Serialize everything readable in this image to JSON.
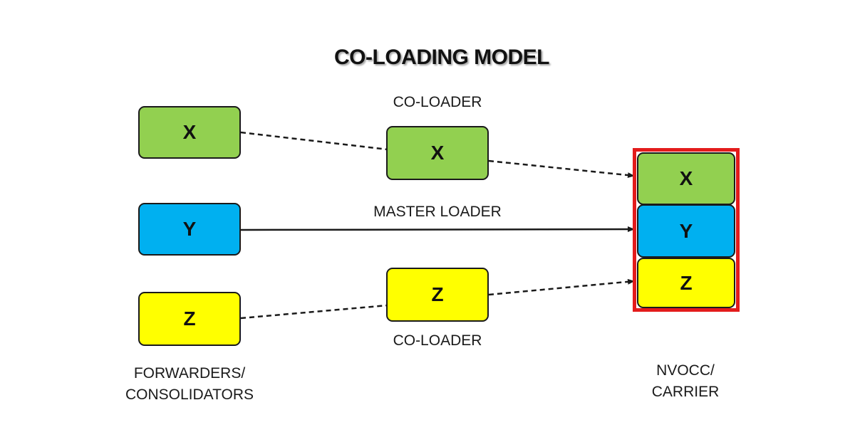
{
  "title": "CO-LOADING MODEL",
  "colors": {
    "green": "#92d050",
    "blue": "#00b0f0",
    "yellow": "#ffff00",
    "frame": "#e31b1b"
  },
  "forwarders": {
    "x": "X",
    "y": "Y",
    "z": "Z",
    "caption_line1": "FORWARDERS/",
    "caption_line2": "CONSOLIDATORS"
  },
  "coloaders": {
    "top_label": "CO-LOADER",
    "x": "X",
    "z": "Z",
    "bottom_label": "CO-LOADER"
  },
  "master_loader": {
    "label": "MASTER LOADER"
  },
  "carrier": {
    "x": "X",
    "y": "Y",
    "z": "Z",
    "caption_line1": "NVOCC/",
    "caption_line2": "CARRIER"
  }
}
